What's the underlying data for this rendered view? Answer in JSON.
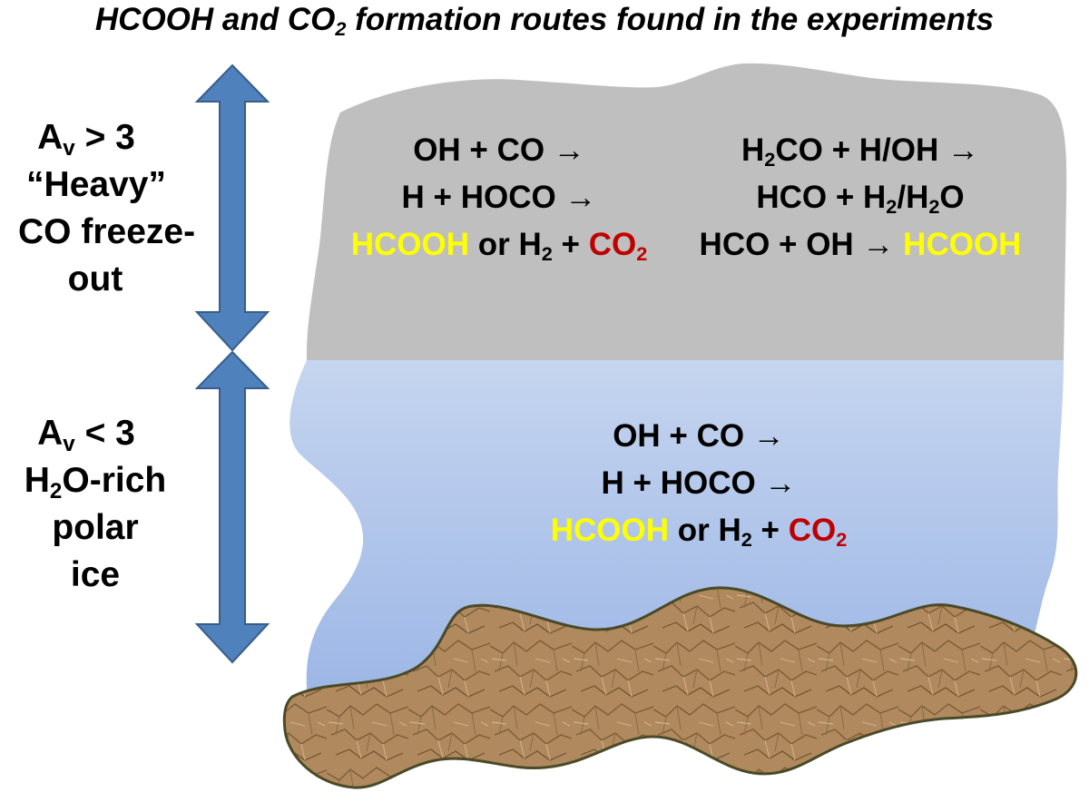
{
  "title": {
    "pre": "HCOOH and CO",
    "sub": "2",
    "post": " formation routes found in the experiments"
  },
  "left_labels": {
    "upper": {
      "av_line": {
        "a": "A",
        "sub": "v",
        "rest": " > 3"
      },
      "line2": "“Heavy”",
      "line3": "CO freeze-",
      "line4": "out"
    },
    "lower": {
      "av_line": {
        "a": "A",
        "sub": "v",
        "rest": " < 3"
      },
      "line2": {
        "a": "H",
        "sub": "2",
        "rest": "O-rich"
      },
      "line3": "polar",
      "line4": "ice"
    }
  },
  "upper_left_reaction": {
    "line1": "OH + CO →",
    "line2": "H + HOCO →",
    "line3": {
      "hcooh": "HCOOH",
      "mid": " or H",
      "sub": "2",
      "plus": " + ",
      "co2": "CO",
      "co2_sub": "2"
    }
  },
  "upper_right_reaction": {
    "line1": {
      "a": "H",
      "sub": "2",
      "rest": "CO + H/OH →"
    },
    "line2": {
      "a": "HCO + H",
      "sub1": "2",
      "mid": "/H",
      "sub2": "2",
      "rest": "O"
    },
    "line3": {
      "pre": "HCO + OH → ",
      "hcooh": "HCOOH"
    }
  },
  "lower_reaction": {
    "line1": "OH + CO →",
    "line2": "H + HOCO →",
    "line3": {
      "hcooh": "HCOOH",
      "mid": " or H",
      "sub": "2",
      "plus": " + ",
      "co2": "CO",
      "co2_sub": "2"
    }
  },
  "colors": {
    "arrow_fill": "#4f81bd",
    "arrow_stroke": "#385d8a",
    "heavy_co_layer": "#bfbfbf",
    "polar_ice_top": "#c6d5ef",
    "polar_ice_bottom": "#9db7e6",
    "grain_fill": "#b08a5e",
    "grain_outline": "#4a4a28",
    "hcooh_text": "#ffff00",
    "co2_text": "#c00000"
  }
}
